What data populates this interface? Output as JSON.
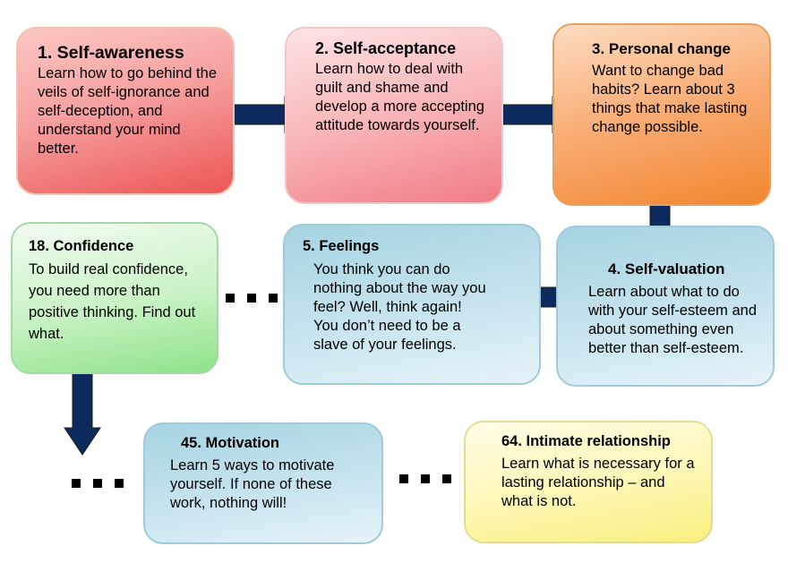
{
  "boxes": [
    {
      "id": "b1",
      "title": "1. Self-awareness",
      "text": "Learn how to go behind the veils of self-ignorance and self-deception, and understand your mind better."
    },
    {
      "id": "b2",
      "title": "2. Self-acceptance",
      "text": "Learn how to deal with guilt and shame and develop a more accepting attitude towards yourself."
    },
    {
      "id": "b3",
      "title": "3. Personal change",
      "text": "Want to change bad habits? Learn about 3 things that make lasting change possible."
    },
    {
      "id": "b4",
      "title": "4. Self-valuation",
      "text": "Learn about what to do with your self-esteem and about something even better than self-esteem."
    },
    {
      "id": "b5",
      "title": "5. Feelings",
      "text": "You think you can do nothing about the way you feel? Well, think again! You don’t need to be a slave of your feelings."
    },
    {
      "id": "b18",
      "title": "18. Confidence",
      "text": "To build real confidence, you need more than positive thinking. Find out what."
    },
    {
      "id": "b45",
      "title": "45. Motivation",
      "text": "Learn 5 ways to motivate yourself. If none of these work, nothing will!"
    },
    {
      "id": "b64",
      "title": "64. Intimate relationship",
      "text": "Learn what is necessary for a lasting relationship – and what is not."
    }
  ],
  "colors": {
    "arrow": "#0d2a5c",
    "ellipsis": "#000000"
  }
}
